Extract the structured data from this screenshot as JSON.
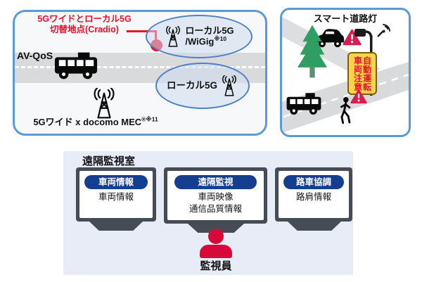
{
  "network_panel": {
    "switch_point_line1": "5Gワイドとローカル5G",
    "switch_point_line2": "切替地点(Cradio)",
    "av_qos_label": "AV-QoS",
    "local5g_wigig_line1": "ローカル5G",
    "local5g_wigig_line2": "/WiGig",
    "local5g_wigig_note": "※10",
    "local5g_label": "ローカル5G",
    "wide_mec_label": "5Gワイド x docomo MEC",
    "wide_mec_note": "®※11"
  },
  "streetlight_panel": {
    "title": "スマート道路灯",
    "sign_col_right": "自動運転",
    "sign_col_left": "車両注意"
  },
  "monitoring_room": {
    "title": "遠隔監視室",
    "monitors": [
      {
        "pill": "車両情報",
        "lines": [
          "車両情報"
        ]
      },
      {
        "pill": "遠隔監視",
        "lines": [
          "車両映像",
          "通信品質情報"
        ]
      },
      {
        "pill": "路車協調",
        "lines": [
          "路肩情報"
        ]
      }
    ],
    "operator_label": "監視員"
  },
  "colors": {
    "panel_border": "#5b9bd5",
    "accent_red": "#e8112d",
    "pill_navy": "#143f90",
    "monitor_frame": "#454c55",
    "room_bg": "#e8ecf7",
    "warning_pink": "#d81e4f",
    "tree_green": "#2f9e62",
    "sign_yellow": "#ffd24d",
    "road_gray": "#d8dadc"
  }
}
